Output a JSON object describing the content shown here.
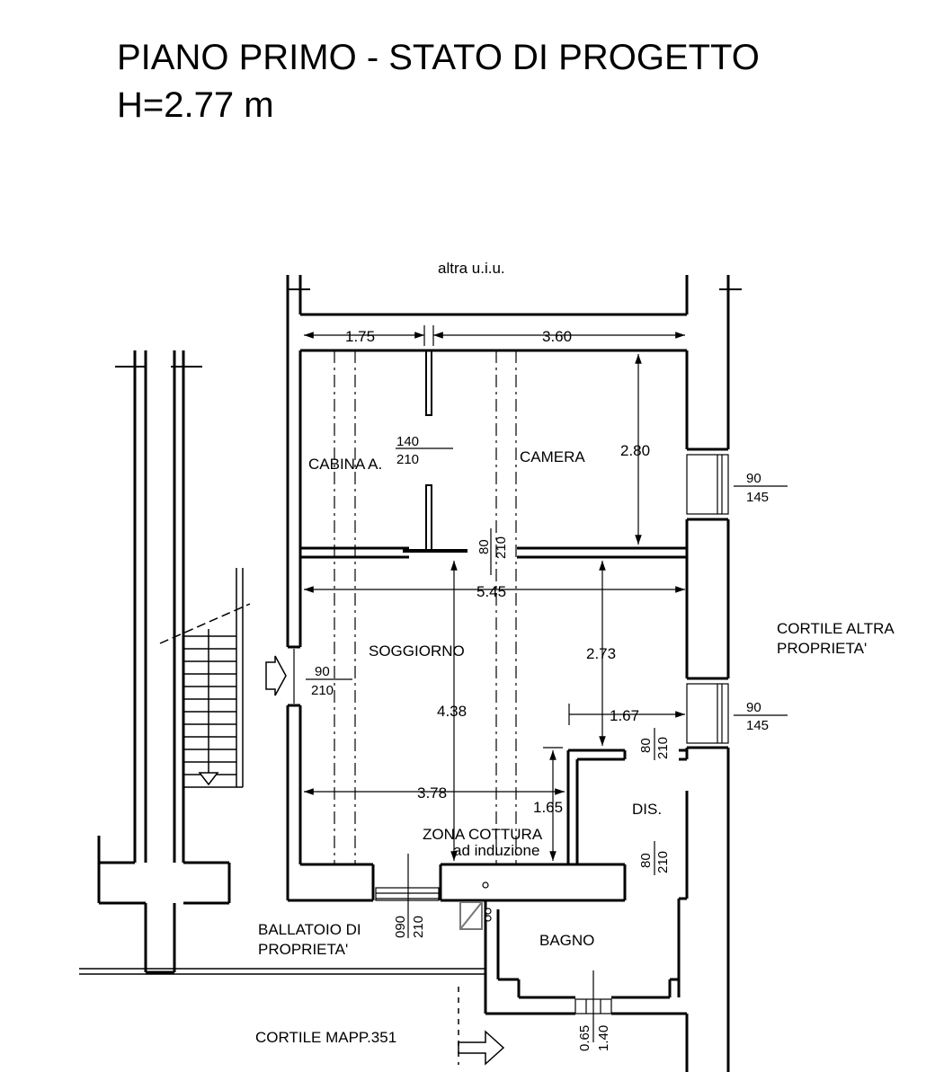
{
  "title": {
    "line1": "PIANO PRIMO - STATO DI PROGETTO",
    "line2": "H=2.77 m"
  },
  "labels": {
    "top_neighbor": "altra u.i.u.",
    "right_neighbor_1": "CORTILE ALTRA",
    "right_neighbor_2": "PROPRIETA'",
    "balcony_1": "BALLATOIO DI",
    "balcony_2": "PROPRIETA'",
    "courtyard": "CORTILE MAPP.351"
  },
  "rooms": {
    "cabina": "CABINA A.",
    "camera": "CAMERA",
    "soggiorno": "SOGGIORNO",
    "cottura_1": "ZONA COTTURA",
    "cottura_2": "ad induzione",
    "dis": "DIS.",
    "bagno": "BAGNO"
  },
  "dimensions": {
    "d_175": "1.75",
    "d_360": "3.60",
    "d_280": "2.80",
    "d_545": "5.45",
    "d_273": "2.73",
    "d_438": "4.38",
    "d_167": "1.67",
    "d_378": "3.78",
    "d_165": "1.65"
  },
  "openings": {
    "cabina_door_w": "140",
    "cabina_door_h": "210",
    "camera_door_w": "80",
    "camera_door_h": "210",
    "camera_window_w": "90",
    "camera_window_h": "145",
    "entry_door_w": "90",
    "entry_door_h": "210",
    "soggiorno_window_w": "90",
    "soggiorno_window_h": "145",
    "dis_door_top_w": "80",
    "dis_door_top_h": "210",
    "dis_door_bottom_w": "80",
    "dis_door_bottom_h": "210",
    "kitchen_window_w": "090",
    "kitchen_window_h": "210",
    "bagno_window_w": "0.65",
    "bagno_window_h": "1.40"
  }
}
